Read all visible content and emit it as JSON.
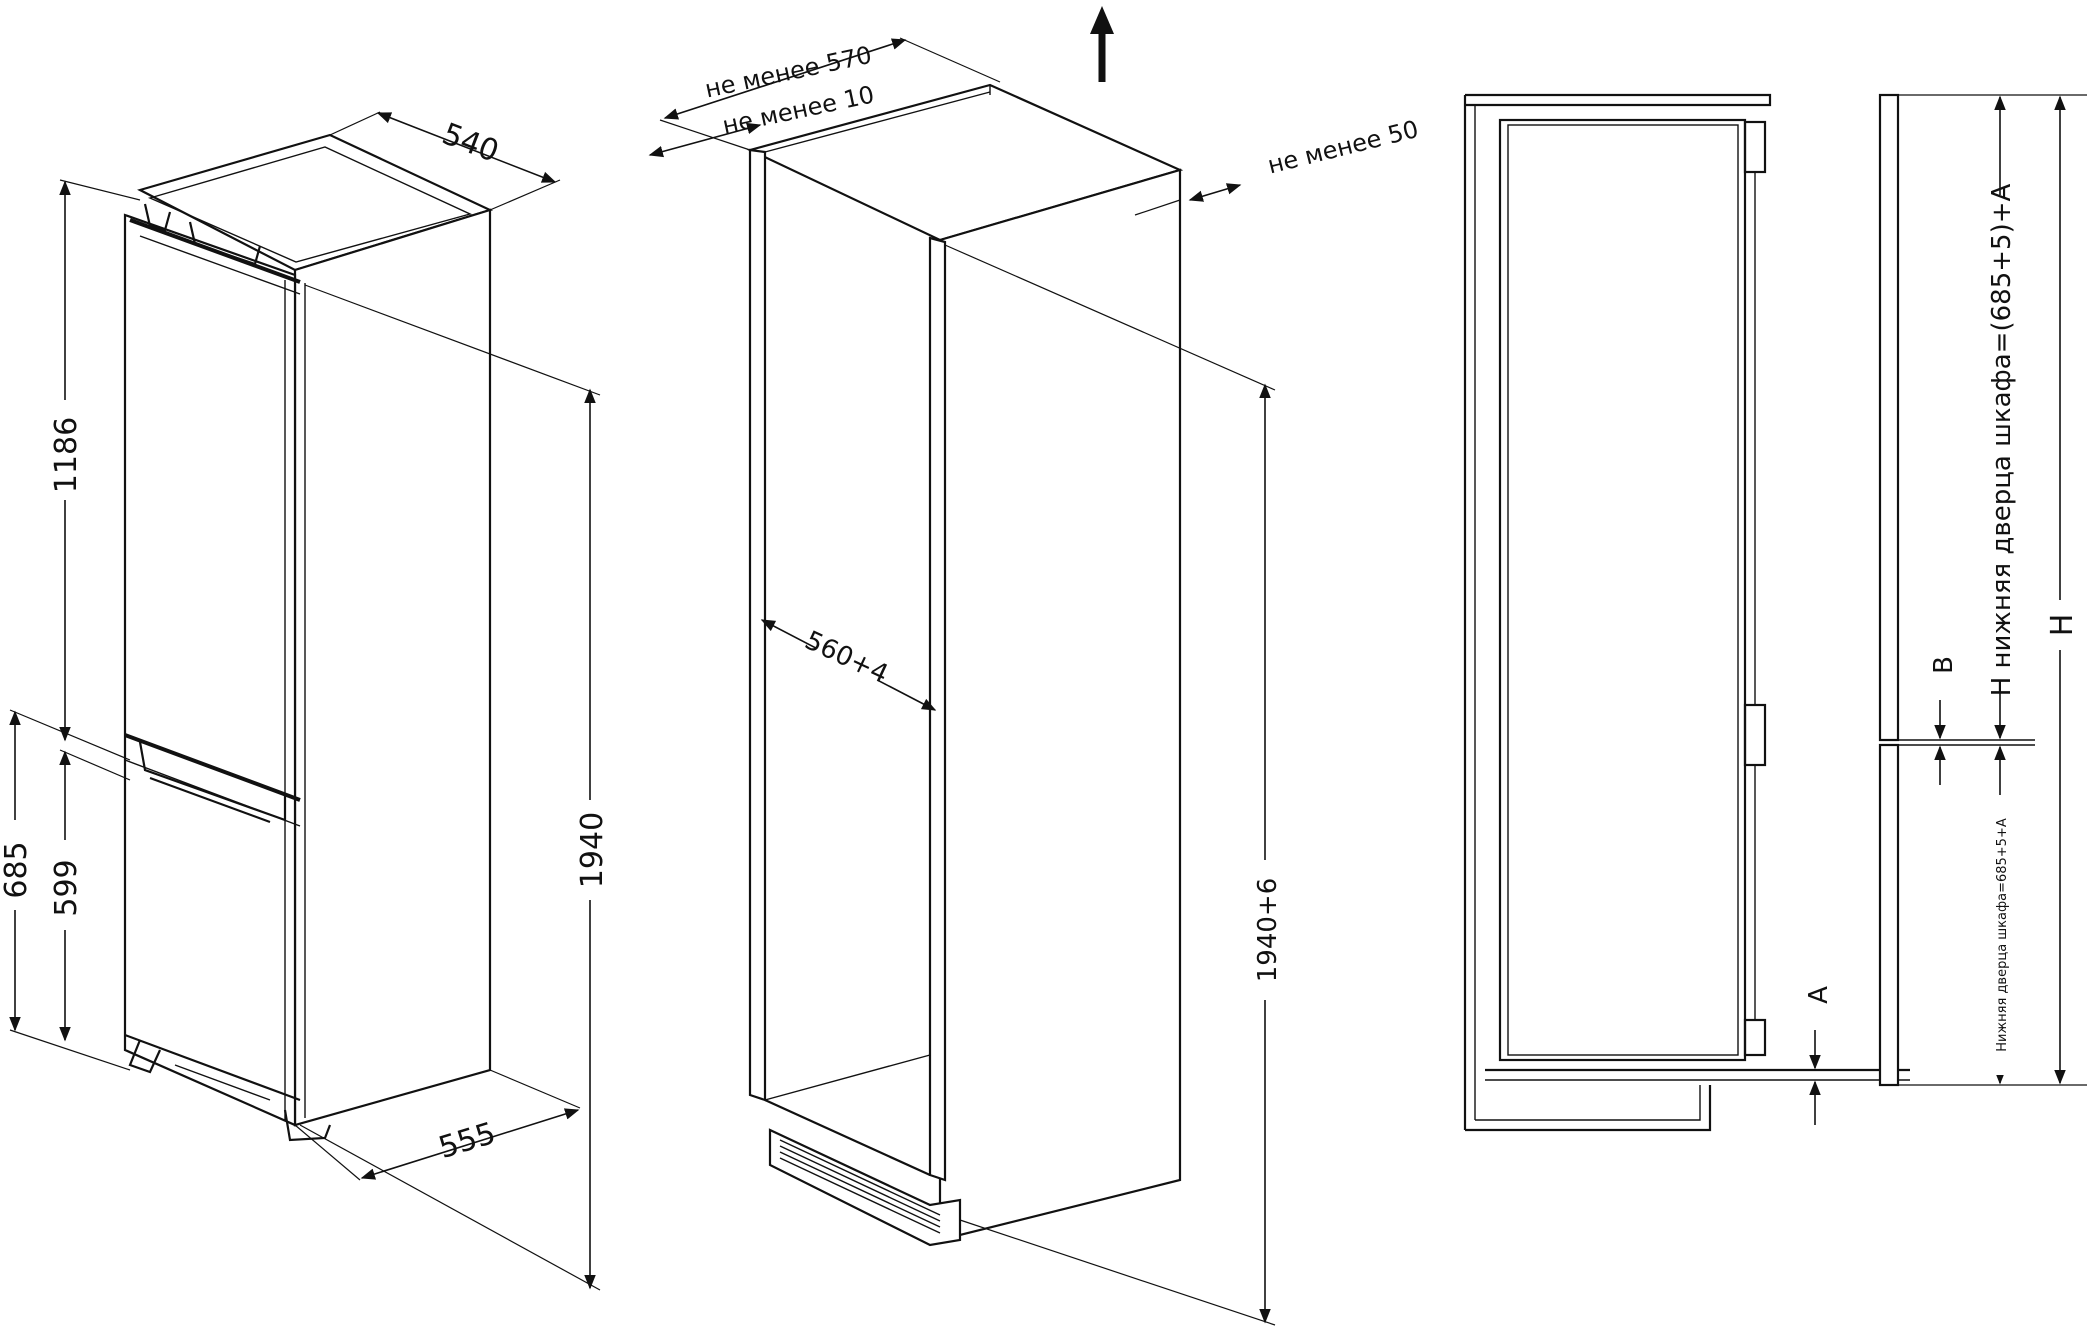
{
  "fridge": {
    "dim_top_width": "540",
    "dim_bottom_depth": "555",
    "dim_total_height": "1940",
    "dim_upper_door": "1186",
    "dim_lower_door_outer": "685",
    "dim_lower_door_inner": "599"
  },
  "cabinet": {
    "dim_min_570": "не менее 570",
    "dim_min_10": "не менее 10",
    "dim_min_50": "не менее 50",
    "dim_inner_width": "560+4",
    "dim_inner_height": "1940+6",
    "airflow_arrow": "arrow-up-icon"
  },
  "side_view": {
    "label_H": "H",
    "label_B": "B",
    "label_A": "A",
    "upper_door_formula": "H нижняя дверца шкафа=(685+5)+A",
    "lower_door_formula": "Нижняя дверца шкафа=685+5+A"
  }
}
